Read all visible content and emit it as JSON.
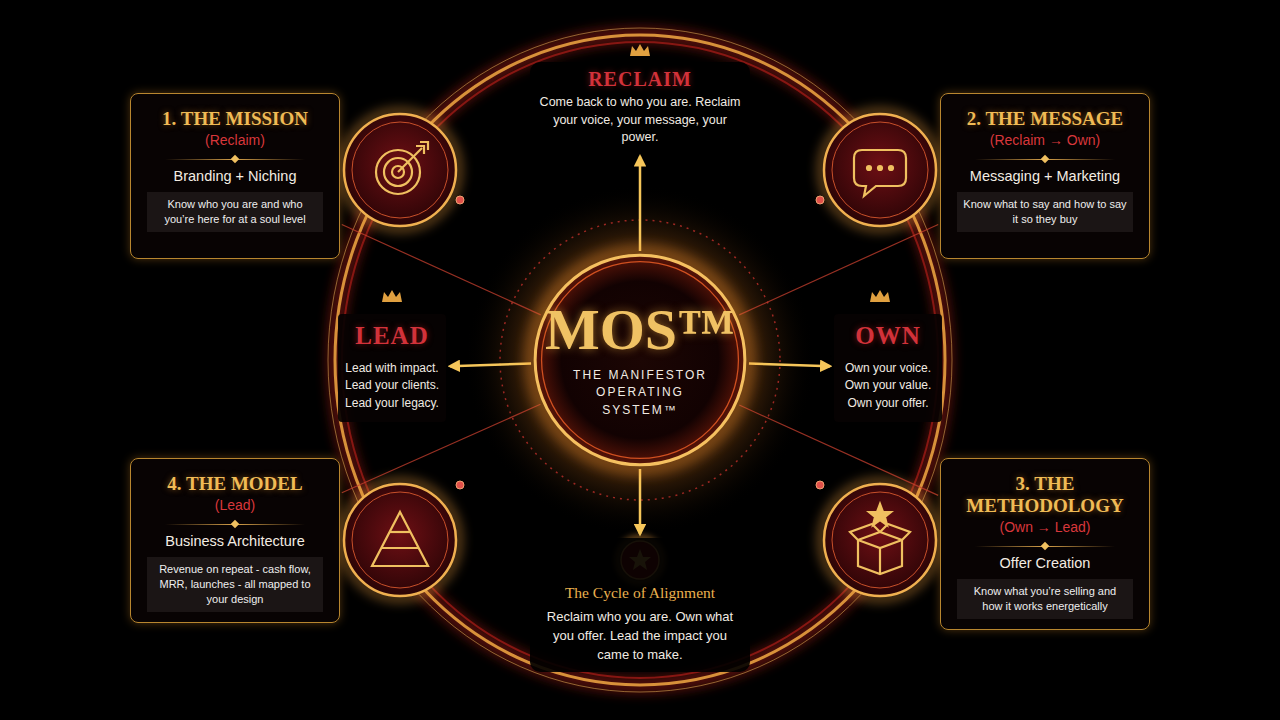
{
  "diagram": {
    "nodes": [
      {
        "text": [
          "RECLAIM",
          "Come back to who you are. Reclaim your voice, your message, your power."
        ]
      },
      {
        "text": [
          "1. THE MISSION",
          "(Reclaim)",
          "Branding + Niching",
          "Know who you are and who you’re here for at a soul level"
        ]
      },
      {
        "text": [
          "2. THE MESSAGE",
          "(Reclaim → Own)",
          "Messaging + Marketing",
          "Know what to say and how to say it so they buy"
        ]
      },
      {
        "text": [
          "LEAD",
          "Lead with impact. Lead your clients. Lead your legacy."
        ]
      },
      {
        "text": [
          "MOS™",
          "THE MANIFESTOR OPERATING SYSTEM™"
        ]
      },
      {
        "text": [
          "OWN",
          "Own your voice. Own your value. Own your offer."
        ]
      },
      {
        "text": [
          "4. THE MODEL",
          "(Lead)",
          "Business Architecture",
          "Revenue on repeat - cash flow, MRR, launches - all mapped to your design"
        ]
      },
      {
        "text": [
          "The Cycle of Alignment",
          "Reclaim who you are. Own what you offer. Lead the impact you came to make."
        ]
      },
      {
        "text": [
          "3. THE METHODOLOGY",
          "(Own → Lead)",
          "Offer Creation",
          "Know what you’re selling and how it works energetically"
        ]
      }
    ],
    "edges": [
      {
        "from": 4,
        "to": 0,
        "arrow": "to"
      },
      {
        "from": 4,
        "to": 5,
        "arrow": "to"
      },
      {
        "from": 4,
        "to": 3,
        "arrow": "to"
      },
      {
        "from": 4,
        "to": 7,
        "arrow": "to"
      },
      {
        "from": 1,
        "to": 4,
        "arrow": "none"
      },
      {
        "from": 2,
        "to": 4,
        "arrow": "none"
      },
      {
        "from": 6,
        "to": 4,
        "arrow": "none"
      },
      {
        "from": 8,
        "to": 4,
        "arrow": "none"
      }
    ]
  }
}
